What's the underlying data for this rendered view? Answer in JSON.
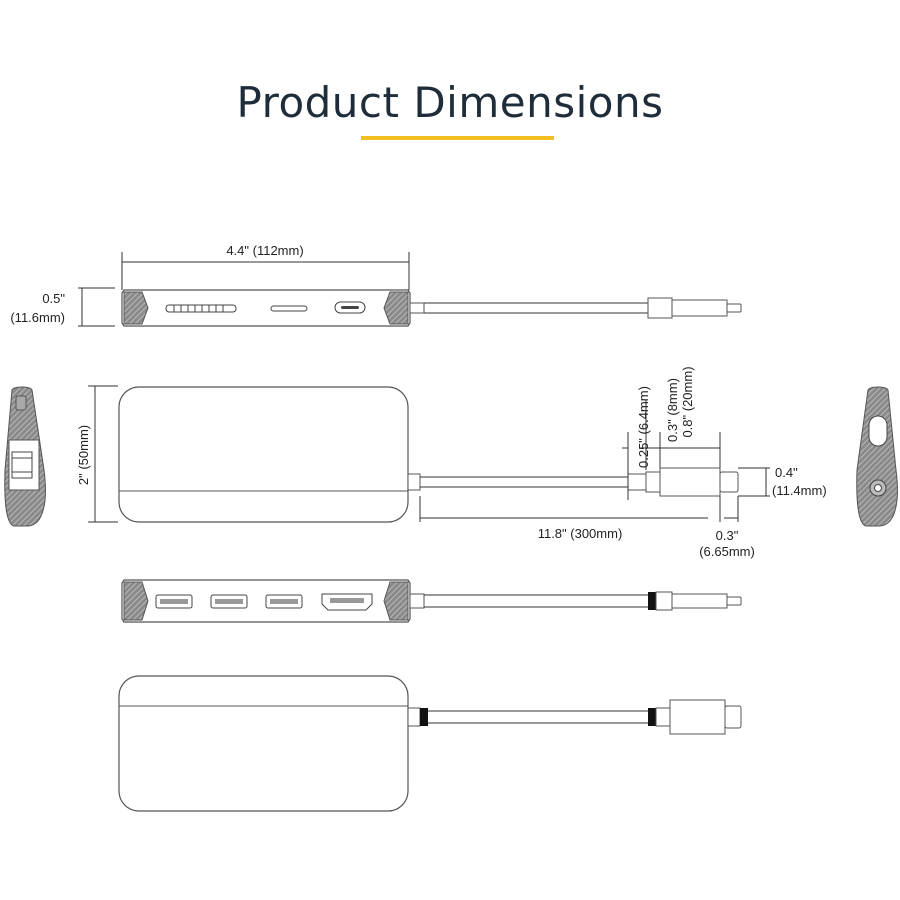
{
  "title": "Product Dimensions",
  "colors": {
    "accent": "#f2c01e",
    "title": "#1f2d3a",
    "line": "#333333"
  },
  "dimensions": {
    "length": "4.4\" (112mm)",
    "height_in": "0.5\"",
    "height_mm": "(11.6mm)",
    "width": "2\" (50mm)",
    "cable_length": "11.8\" (300mm)",
    "plug_strain_relief": "0.25\" (6.4mm)",
    "plug_collar": "0.3\" (8mm)",
    "plug_length": "0.8\" (20mm)",
    "plug_width_in": "0.4\"",
    "plug_width_mm": "(11.4mm)",
    "plug_tip_in": "0.3\"",
    "plug_tip_mm": "(6.65mm)"
  }
}
